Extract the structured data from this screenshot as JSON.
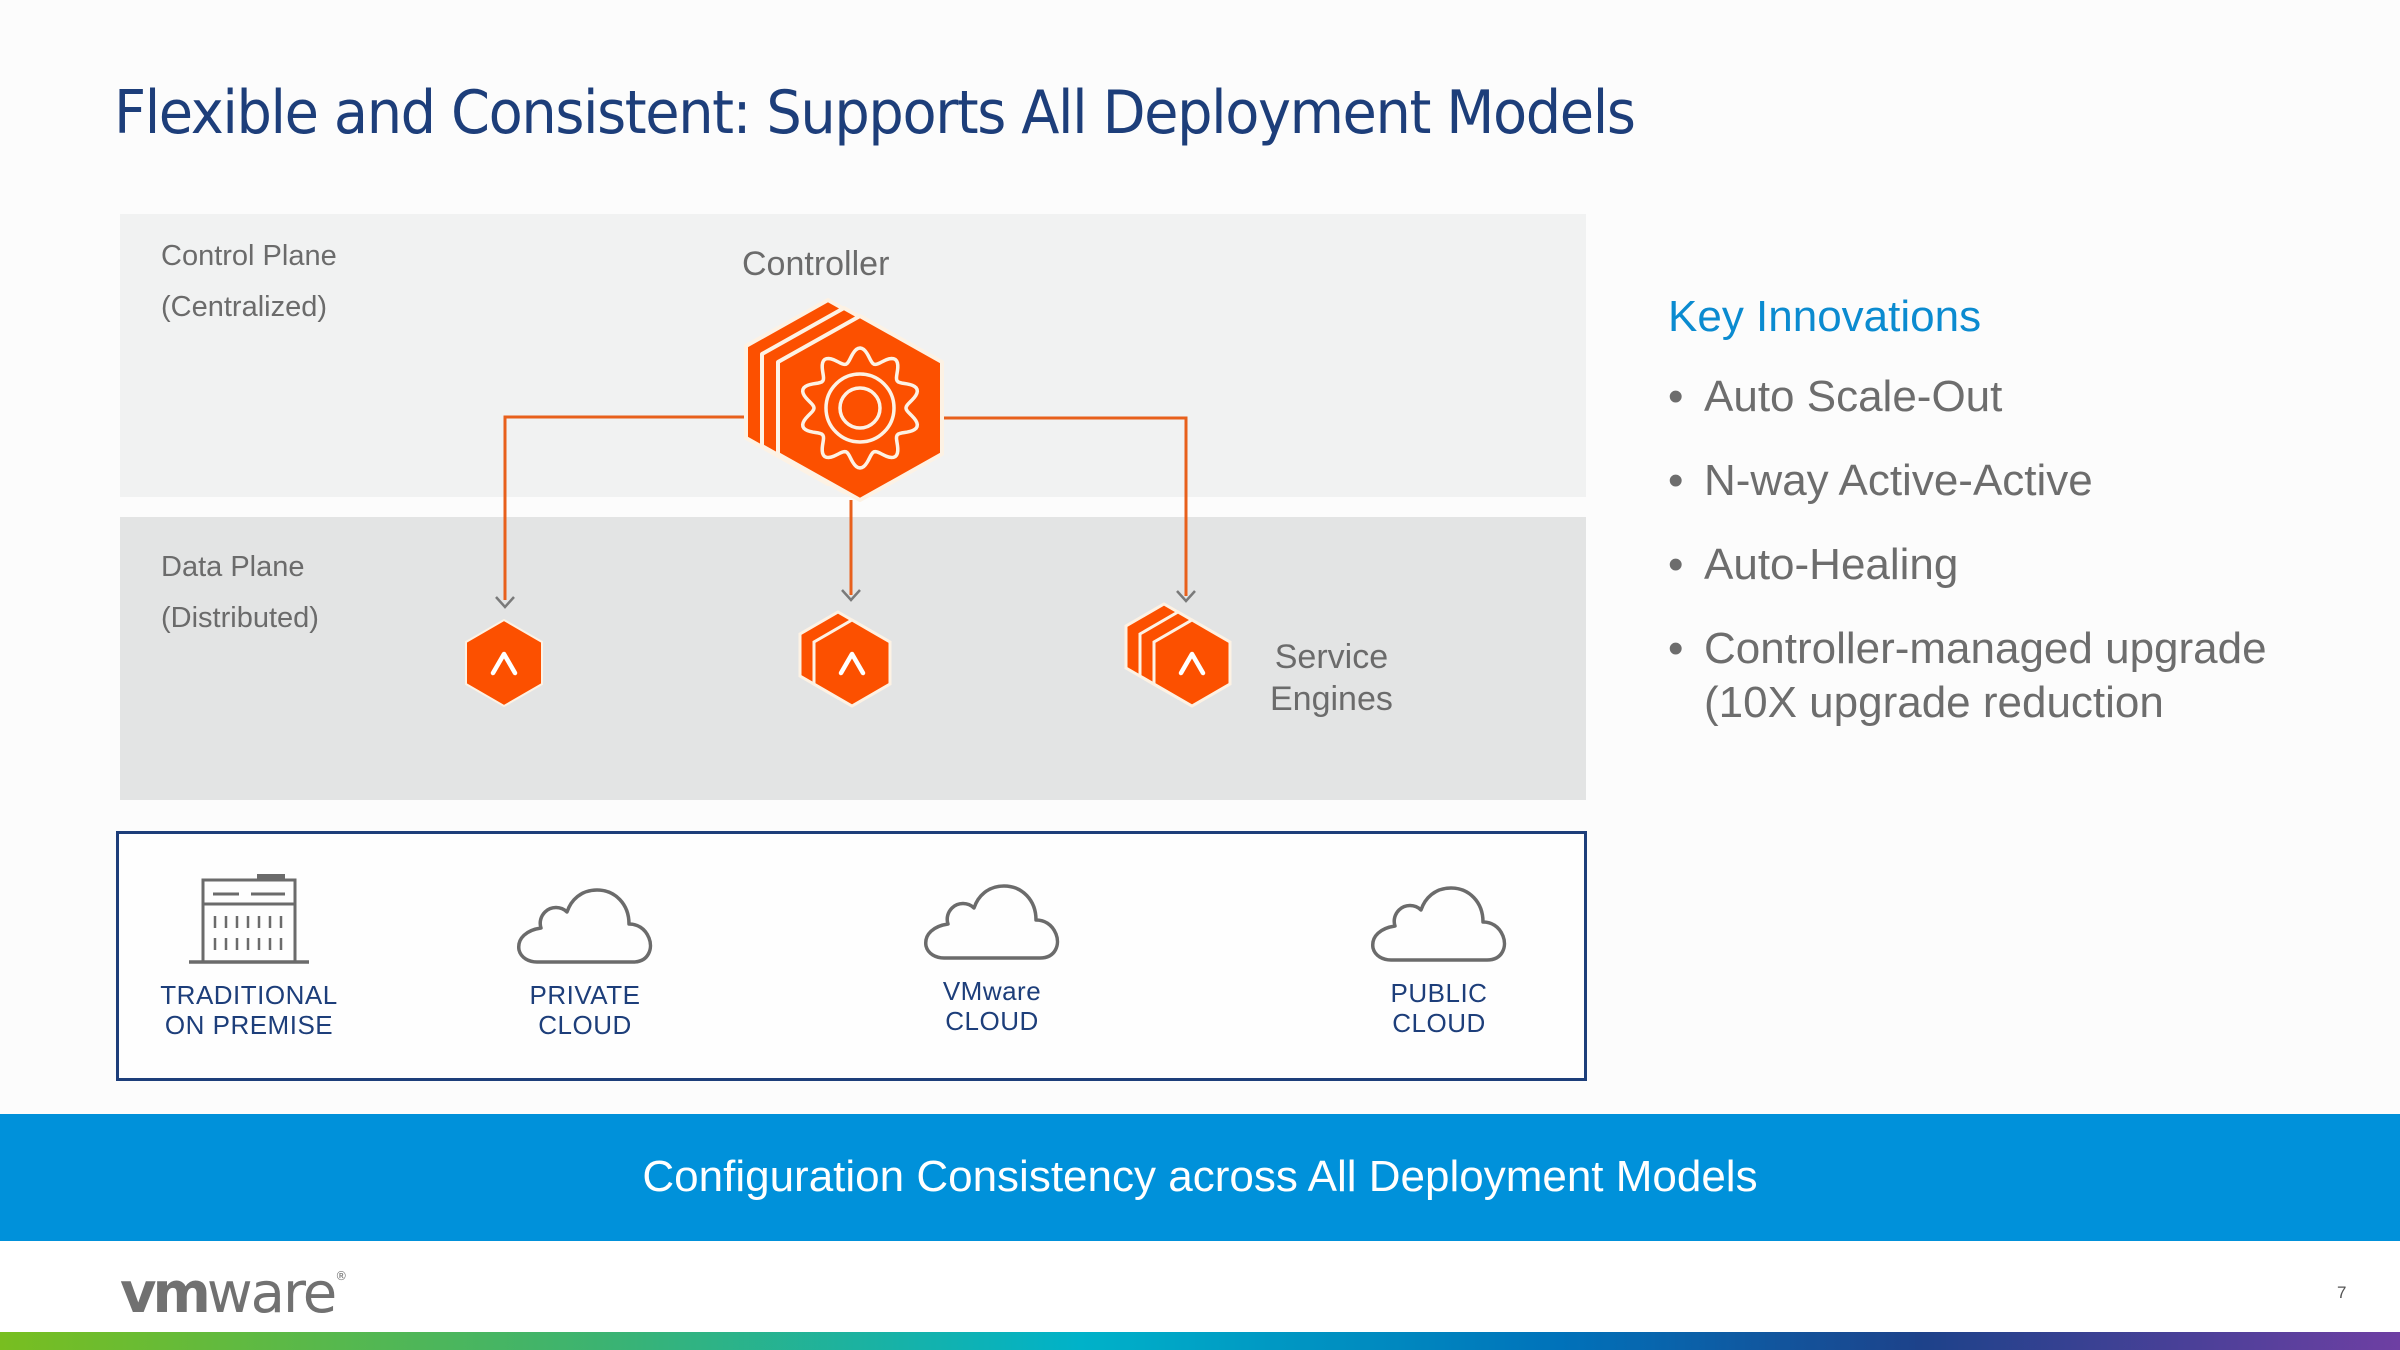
{
  "slide": {
    "title": "Flexible and Consistent: Supports All Deployment Models",
    "page_number": "7"
  },
  "diagram": {
    "control_plane": {
      "label_line1": "Control Plane",
      "label_line2": "(Centralized)"
    },
    "data_plane": {
      "label_line1": "Data Plane",
      "label_line2": "(Distributed)"
    },
    "controller": {
      "label": "Controller",
      "icon": "gear-hexagon-icon",
      "stack_count": 3
    },
    "service_engines": {
      "label_line1": "Service",
      "label_line2": "Engines",
      "nodes": [
        {
          "icon": "avi-caret-hexagon-icon",
          "stack_count": 1
        },
        {
          "icon": "avi-caret-hexagon-icon",
          "stack_count": 2
        },
        {
          "icon": "avi-caret-hexagon-icon",
          "stack_count": 3
        }
      ]
    },
    "colors": {
      "accent_orange": "#fc5000",
      "connector": "#e8601c",
      "arrowhead": "#7a7a7a",
      "control_plane_bg": "#f1f2f2",
      "data_plane_bg": "#e3e4e4"
    }
  },
  "deployment_models": [
    {
      "line1": "TRADITIONAL",
      "line2": "ON PREMISE",
      "icon": "building-icon"
    },
    {
      "line1": "PRIVATE",
      "line2": "CLOUD",
      "icon": "cloud-icon"
    },
    {
      "line1": "VMware",
      "line2": "CLOUD",
      "icon": "cloud-icon"
    },
    {
      "line1": "PUBLIC",
      "line2": "CLOUD",
      "icon": "cloud-icon"
    }
  ],
  "key_innovations": {
    "title": "Key Innovations",
    "bullet": "•",
    "items": [
      {
        "line1": "Auto Scale-Out"
      },
      {
        "line1": "N-way Active-Active"
      },
      {
        "line1": "Auto-Healing"
      },
      {
        "line1": "Controller-managed upgrade",
        "line2": "(10X upgrade reduction"
      }
    ]
  },
  "banner": {
    "text": "Configuration Consistency across All Deployment Models",
    "color": "#0091da"
  },
  "footer": {
    "logo_bold": "vm",
    "logo_light": "ware",
    "logo_reg": "®"
  },
  "theme": {
    "title_color": "#1d3e7a",
    "innovations_title_color": "#0b8bd0"
  }
}
